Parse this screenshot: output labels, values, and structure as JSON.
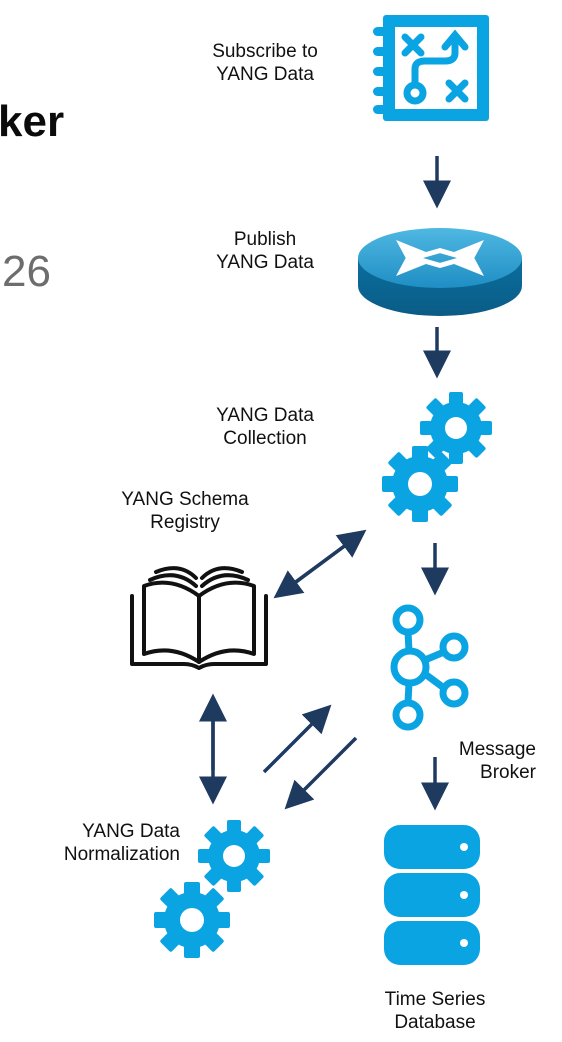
{
  "slide": {
    "title_fragment": "ker",
    "number_fragment": "26"
  },
  "nodes": {
    "subscribe": {
      "label_line1": "Subscribe to",
      "label_line2": "YANG Data",
      "icon": "strategy-board-icon"
    },
    "publish": {
      "label_line1": "Publish",
      "label_line2": "YANG Data",
      "icon": "router-icon"
    },
    "collection": {
      "label_line1": "YANG Data",
      "label_line2": "Collection",
      "icon": "gears-icon"
    },
    "schema_registry": {
      "label_line1": "YANG Schema",
      "label_line2": "Registry",
      "icon": "open-book-icon"
    },
    "message_broker": {
      "label_line1": "Message",
      "label_line2": "Broker",
      "icon": "kafka-icon"
    },
    "normalization": {
      "label_line1": "YANG Data",
      "label_line2": "Normalization",
      "icon": "gears-icon"
    },
    "tsdb": {
      "label_line1": "Time Series",
      "label_line2": "Database",
      "icon": "database-icon"
    }
  },
  "colors": {
    "accent": "#0aa4e3",
    "accent_dark": "#0a7fb3",
    "arrow": "#1f3a5f",
    "text": "#111111"
  }
}
